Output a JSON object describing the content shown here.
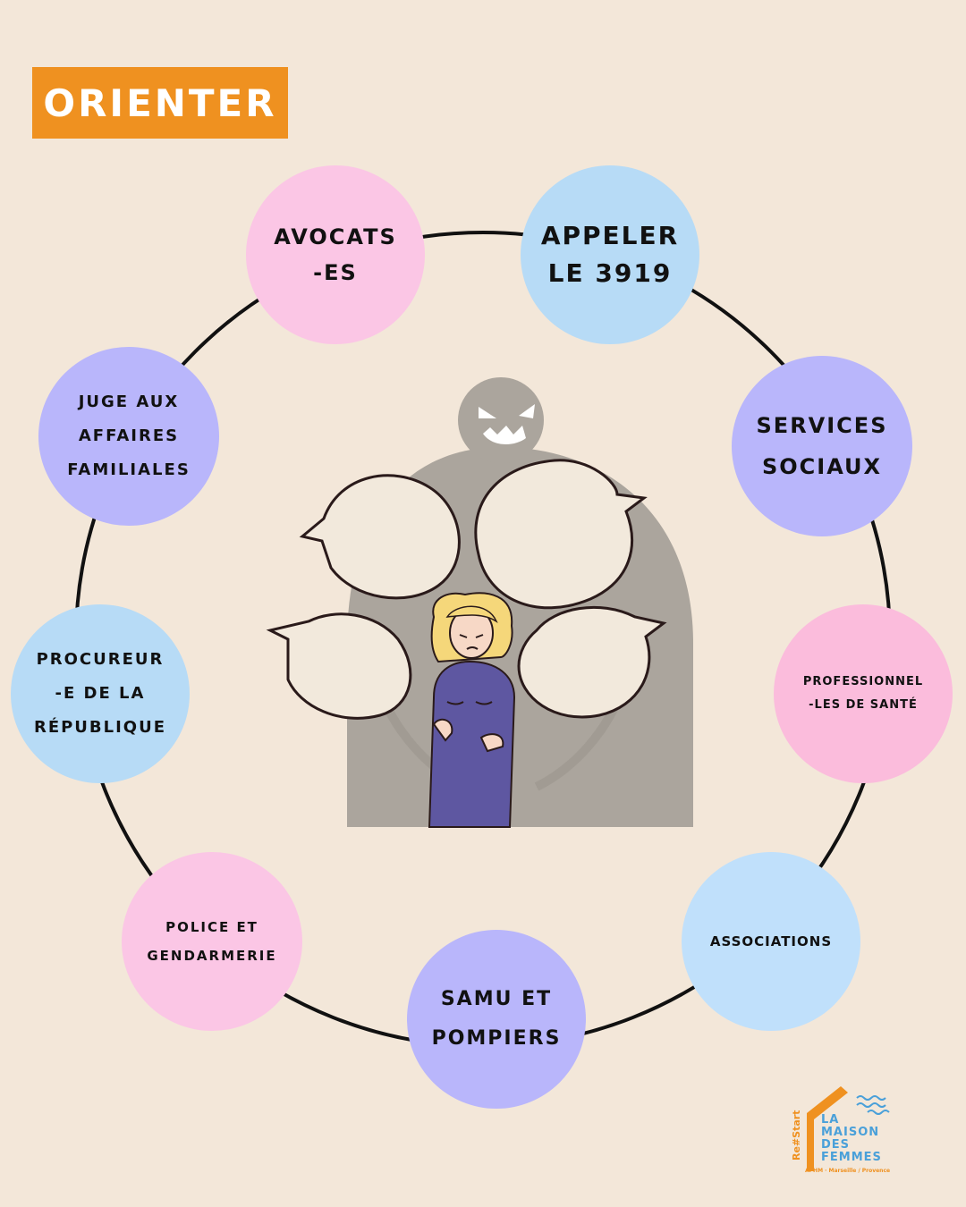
{
  "title": "ORIENTER",
  "colors": {
    "background": "#f3e7d9",
    "title_box": "#ef9120",
    "pink": "#fbc6e5",
    "blue": "#b7dbf6",
    "lavender": "#b9b6fb"
  },
  "bubbles": [
    {
      "label": "AVOCATS\n-ES"
    },
    {
      "label": "APPELER\nLE 3919"
    },
    {
      "label": "JUGE AUX\nAFFAIRES\nFAMILIALES"
    },
    {
      "label": "SERVICES\nSOCIAUX"
    },
    {
      "label": "PROCUREUR\n-E DE LA\nRÉPUBLIQUE"
    },
    {
      "label": "PROFESSIONNEL\n-LES DE SANTÉ"
    },
    {
      "label": "POLICE ET\nGENDARMERIE"
    },
    {
      "label": "ASSOCIATIONS"
    },
    {
      "label": "SAMU ET\nPOMPIERS"
    }
  ],
  "logo": {
    "restart": "Re#Start",
    "line1": "LA",
    "line2": "MAISON",
    "line3": "DES",
    "line4": "FEMMES",
    "sub": "APHM · Marseille / Provence"
  }
}
